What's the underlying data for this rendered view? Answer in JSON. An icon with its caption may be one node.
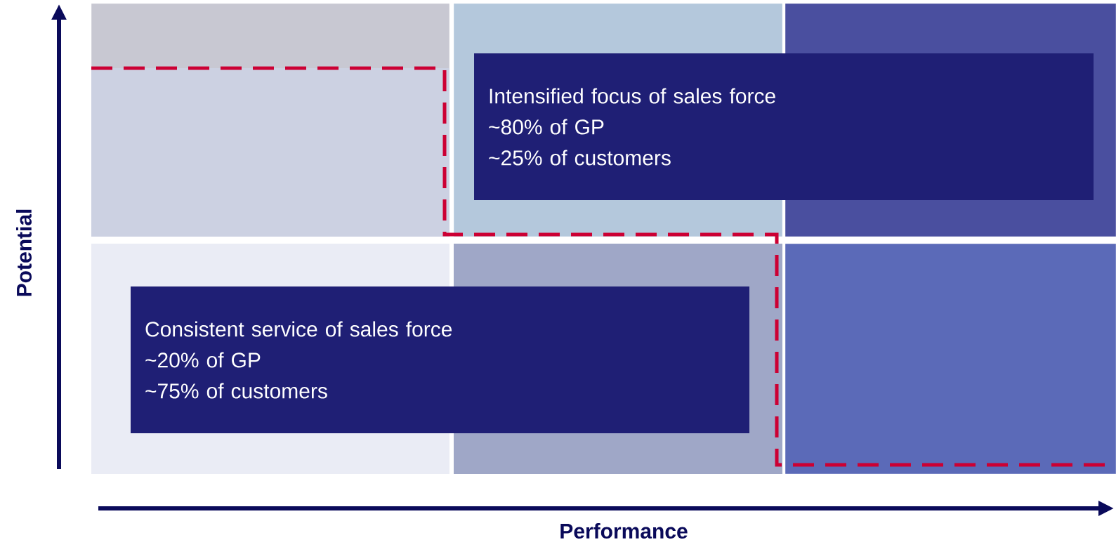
{
  "diagram": {
    "nodes": [
      {
        "text": [
          "Intensified focus of sales force",
          "~80% of GP",
          "~25% of customers"
        ]
      },
      {
        "text": [
          "Consistent service of sales force",
          "~20% of GP",
          "~75% of customers"
        ]
      }
    ],
    "labels": [
      "Potential",
      "Performance"
    ]
  }
}
